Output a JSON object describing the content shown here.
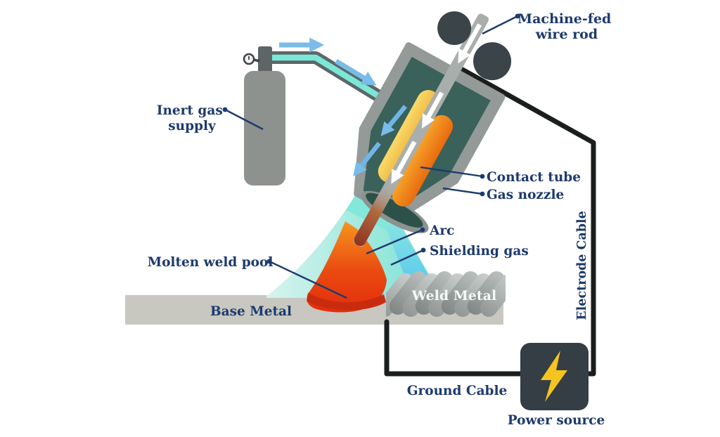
{
  "diagram": {
    "title_hint": "MIG welding process diagram",
    "labels": {
      "machine_fed_wire_rod": {
        "line1": "Machine-fed",
        "line2": "wire rod"
      },
      "inert_gas_supply": {
        "line1": "Inert gas",
        "line2": "supply"
      },
      "contact_tube": "Contact tube",
      "gas_nozzle": "Gas nozzle",
      "arc": "Arc",
      "shielding_gas": "Shielding gas",
      "molten_weld_pool": "Molten weld pool",
      "base_metal": "Base Metal",
      "weld_metal": "Weld Metal",
      "electrode_cable": "Electrode Cable",
      "ground_cable": "Ground Cable",
      "power_source": "Power source"
    },
    "colors": {
      "label_navy": "#1d3a6e",
      "shell_gray": "#939a98",
      "torch_teal": "#3a615a",
      "nozzle_mouth_teal": "#2c5149",
      "rod_gray": "#a9aeac",
      "contact_tube_yellow": "#f7d05c",
      "contact_tube_orange": "#ee7d15",
      "gas_aqua": "#8ce4d8",
      "gas_blue": "#55c5ee",
      "pool_orange": "#f58a1d",
      "pool_red": "#e6300e",
      "base_metal_gray": "#c8c8c1",
      "bead_gray": "#a6adaa",
      "cylinder_gray": "#8d928f",
      "hose_gray": "#5d6668",
      "hose_core_cyan": "#7be8d6",
      "arrow_blue": "#79bce9",
      "cable_black": "#1b1e1e",
      "power_box_dark": "#353e44",
      "bolt_yellow": "#f6c41f",
      "roller_dark": "#3a4449",
      "background": "#ffffff"
    }
  }
}
